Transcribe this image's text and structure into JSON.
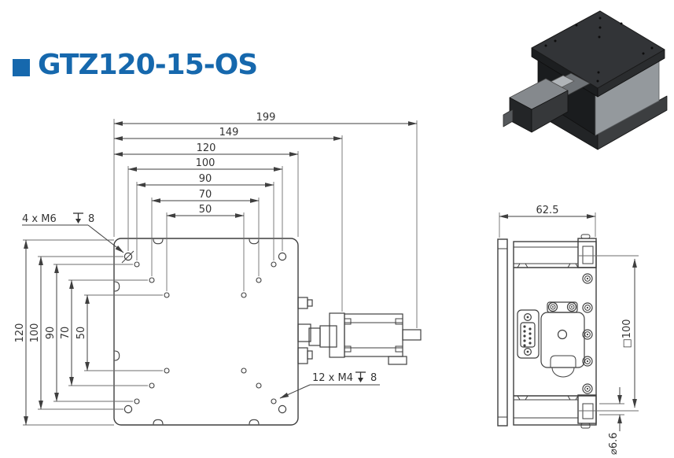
{
  "header": {
    "title": "GTZ120-15-OS"
  },
  "colors": {
    "accent": "#1668ad",
    "line": "#3f3f3f",
    "ext_line": "#6e6e6e"
  },
  "top_view": {
    "h_dims": [
      "199",
      "149",
      "120",
      "100",
      "90",
      "70",
      "50"
    ],
    "v_dims": [
      "120",
      "100",
      "90",
      "70",
      "50"
    ],
    "callout_m6_prefix": "4 x M6",
    "callout_m6_depth": "8",
    "callout_m4_prefix": "12 x M4",
    "callout_m4_depth": "8"
  },
  "side_view": {
    "width_dim": "62.5",
    "square_dim": "□100",
    "diameter_dim": "⌀6.6"
  }
}
